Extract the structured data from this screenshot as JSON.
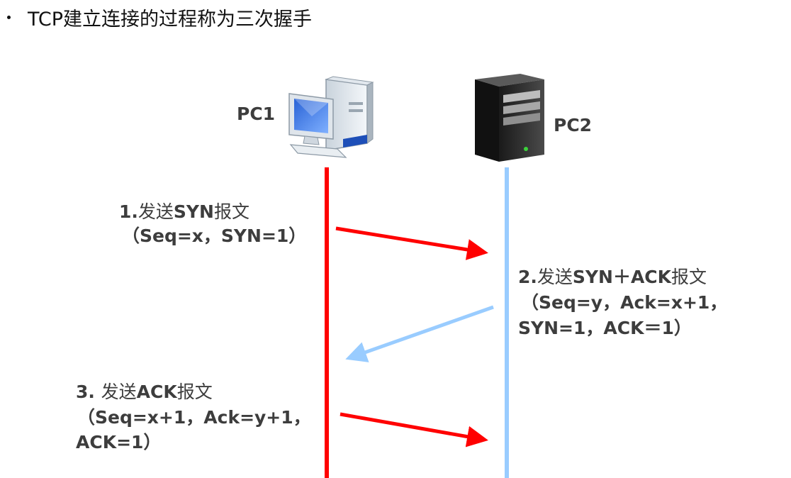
{
  "title": "TCP建立连接的过程称为三次握手",
  "pc1": {
    "label": "PC1",
    "icon": "desktop-computer-icon"
  },
  "pc2": {
    "label": "PC2",
    "icon": "server-tower-icon"
  },
  "colors": {
    "pc1_line": "#ff0000",
    "pc2_line": "#99ccff",
    "arrow1": "#ff0000",
    "arrow2": "#99ccff",
    "arrow3": "#ff0000",
    "text": "#3d3d3d"
  },
  "steps": [
    {
      "line1_prefix": "1.",
      "line1_cn": "发送",
      "line1_suffix": "SYN",
      "line1_cn2": "报文",
      "line2": "（Seq=x，SYN=1）"
    },
    {
      "line1_prefix": "2.",
      "line1_cn": "发送",
      "line1_suffix": "SYN＋ACK",
      "line1_cn2": "报文",
      "line2": "（Seq=y，Ack=x+1，",
      "line3": "SYN=1，ACK＝1）"
    },
    {
      "line1_prefix": "3. ",
      "line1_cn": "发送",
      "line1_suffix": "ACK",
      "line1_cn2": "报文",
      "line2": "（Seq=x+1，Ack=y+1，",
      "line3": "ACK=1）"
    }
  ]
}
